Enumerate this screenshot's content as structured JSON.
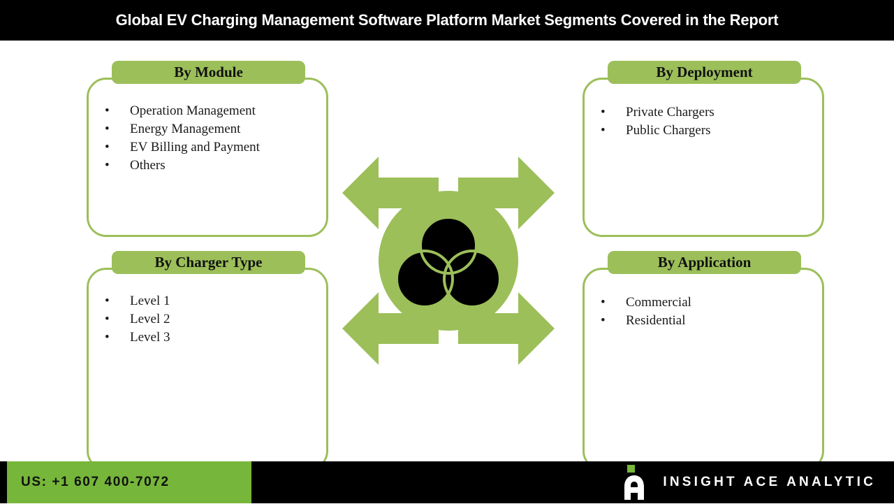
{
  "header": {
    "title": "Global EV Charging Management Software Platform Market Segments Covered in the Report"
  },
  "center": {
    "icon_name": "three-overlapping-circles-icon"
  },
  "segments": [
    {
      "id": "module",
      "heading": "By Module",
      "items": [
        "Operation Management",
        "Energy Management",
        "EV Billing and Payment",
        "Others"
      ]
    },
    {
      "id": "deployment",
      "heading": "By Deployment",
      "items": [
        "Private Chargers",
        "Public Chargers"
      ]
    },
    {
      "id": "charger",
      "heading": "By Charger Type",
      "items": [
        "Level 1",
        "Level 2",
        "Level 3"
      ]
    },
    {
      "id": "application",
      "heading": "By Application",
      "items": [
        "Commercial",
        "Residential"
      ]
    }
  ],
  "footer": {
    "phone": "US: +1 607 400-7072",
    "brand_name": "INSIGHT ACE ANALYTIC",
    "brand_mark_name": "insight-ace-analytic-logo"
  },
  "colors": {
    "green_soft": "#9cbf5a",
    "green_bright": "#76b63a",
    "black": "#000000",
    "white": "#ffffff",
    "bullet_text": "#1a1a1a"
  },
  "bullet_char": "•"
}
